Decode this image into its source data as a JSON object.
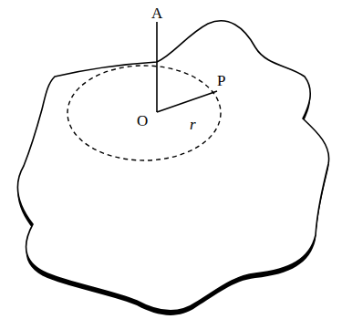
{
  "diagram": {
    "labels": [
      "A",
      "O",
      "P",
      "r"
    ]
  }
}
